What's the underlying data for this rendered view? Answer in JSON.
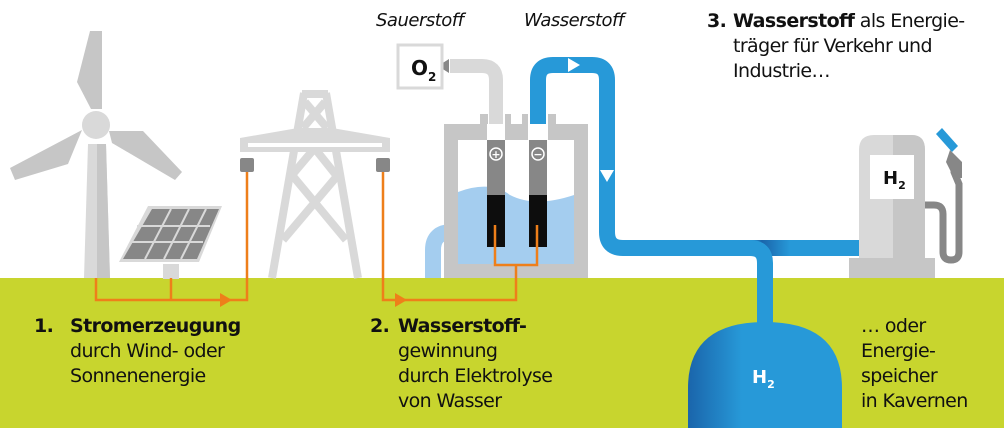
{
  "colors": {
    "ground": "#c8d52e",
    "grey_light": "#d9d9d9",
    "grey_mid": "#c6c6c6",
    "grey_dark": "#878787",
    "wire": "#ee7f1a",
    "hydrogen_pipe": "#2799d8",
    "hydrogen_pipe_dark": "#1a65ab",
    "water": "#a4cdef",
    "electrode_black": "#0d0d0d"
  },
  "labels": {
    "oxygen_heading": "Sauerstoff",
    "hydrogen_heading": "Wasserstoff",
    "o2_box": "O",
    "o2_sub": "2",
    "pump_h2": "H",
    "pump_h2_sub": "2",
    "tank_h2": "H",
    "tank_h2_sub": "2",
    "anode_symbol": "+",
    "cathode_symbol": "−"
  },
  "steps": [
    {
      "number": "1.",
      "bold": "Stromerzeugung",
      "lines": [
        "durch Wind- oder",
        "Sonnenenergie"
      ]
    },
    {
      "number": "2.",
      "bold": "Wasserstoff-",
      "lines": [
        "gewinnung",
        "durch Elektrolyse",
        "von Wasser"
      ]
    },
    {
      "number": "3.",
      "bold": "Wasserstoff",
      "rest": " als Energie-",
      "lines": [
        "träger für Verkehr und",
        "Industrie…"
      ]
    }
  ],
  "storage_note": {
    "lines": [
      "… oder",
      "Energie-",
      "speicher",
      "in Kavernen"
    ]
  }
}
